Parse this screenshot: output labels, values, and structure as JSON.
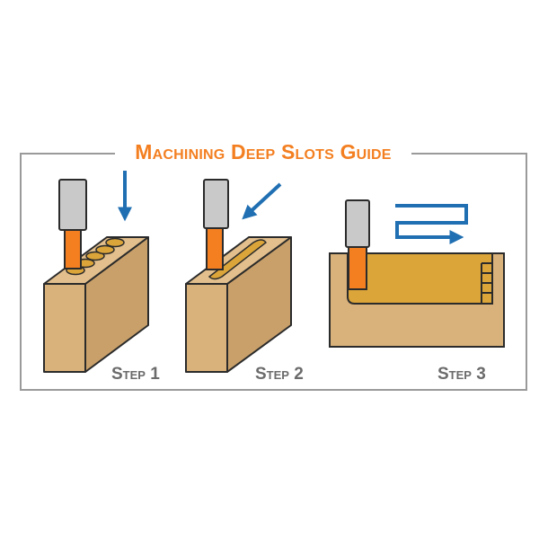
{
  "title": "Machining Deep Slots Guide",
  "steps": [
    {
      "label": "Step 1"
    },
    {
      "label": "Step 2"
    },
    {
      "label": "Step 3"
    }
  ],
  "colors": {
    "accent": "#f37f21",
    "arrow": "#1f6fb2",
    "wood": "#d9b17a",
    "slot": "#dca53a",
    "shank": "#c9c9c9",
    "frame": "#9a9a9a",
    "label": "#6b6b6b"
  }
}
